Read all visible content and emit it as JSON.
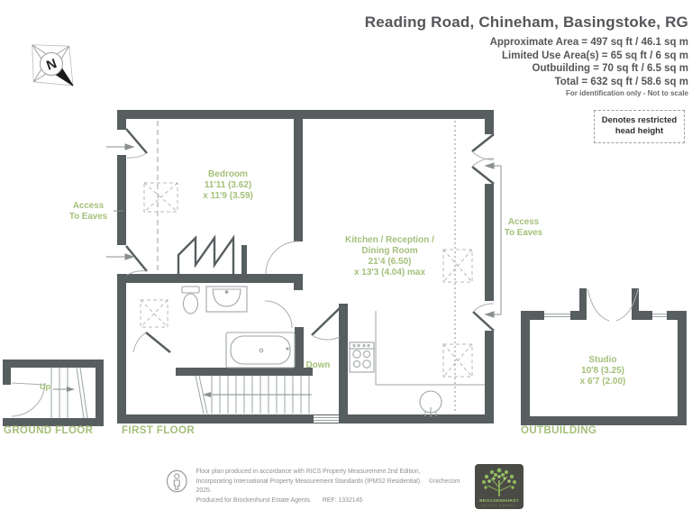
{
  "header": {
    "title": "Reading Road, Chineham, Basingstoke, RG",
    "area_lines": [
      "Approximate Area = 497 sq ft / 46.1 sq m",
      "Limited Use Area(s) = 65 sq ft / 6 sq m",
      "Outbuilding = 70 sq ft / 6.5 sq m",
      "Total = 632 sq ft / 58.6 sq m"
    ],
    "note": "For identification only - Not to scale"
  },
  "legend": {
    "restricted_head_height": "Denotes restricted head height"
  },
  "compass": {
    "north_label": "N"
  },
  "rooms": {
    "bedroom": {
      "name": "Bedroom",
      "dim1": "11'11 (3.62)",
      "dim2": "x 11'9 (3.59)"
    },
    "kitchen": {
      "name_line1": "Kitchen / Reception /",
      "name_line2": "Dining Room",
      "dim1": "21'4 (6.50)",
      "dim2": "x 13'3 (4.04) max"
    },
    "studio": {
      "name": "Studio",
      "dim1": "10'8 (3.25)",
      "dim2": "x 6'7 (2.00)"
    }
  },
  "annotations": {
    "access_eaves_line1": "Access",
    "access_eaves_line2": "To Eaves",
    "down": "Down",
    "up": "Up"
  },
  "floor_labels": {
    "ground": "GROUND FLOOR",
    "first": "FIRST FLOOR",
    "outbuilding": "OUTBUILDING"
  },
  "footer": {
    "line1": "Floor plan produced in accordance with RICS Property Measurement 2nd Edition,",
    "line2": "Incorporating International Property Measurement Standards (IPMS2 Residential).",
    "copyright": "©nichecom 2025.",
    "line3": "Produced for Brockenhurst Estate Agents.",
    "ref": "REF: 1332145",
    "logo_title": "BROCKENHURST",
    "logo_subtitle": "ESTATE AGENTS"
  },
  "colors": {
    "wall": "#575e60",
    "label_green": "#a4c07a",
    "heading_gray": "#55565a",
    "fixture_gray": "#a0a6a6"
  }
}
